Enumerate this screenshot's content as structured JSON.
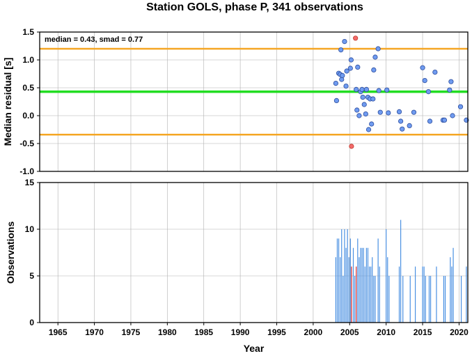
{
  "title": "Station GOLS, phase P, 341 observations",
  "colors": {
    "point_normal": "#6f9bf0",
    "point_outlier": "#f26a6a",
    "median_line": "#22dd22",
    "smad_lines": "#f5a623",
    "bar_normal": "#4a90e2",
    "bar_highlight": "#d62728"
  },
  "chart_data": [
    {
      "type": "scatter",
      "ylabel": "Median residual [s]",
      "xlim": [
        1962.5,
        2021.2
      ],
      "ylim": [
        -1.0,
        1.5
      ],
      "yticks": [
        "-1.0",
        "-0.5",
        "0.0",
        "0.5",
        "1.0",
        "1.5"
      ],
      "grid": true,
      "annotation": "median = 0.43, smad = 0.77",
      "median": 0.43,
      "band_upper": 1.2,
      "band_lower": -0.34,
      "points": [
        {
          "x": 2003.1,
          "y": 0.58,
          "outlier": false
        },
        {
          "x": 2003.2,
          "y": 0.27,
          "outlier": false
        },
        {
          "x": 2003.5,
          "y": 0.76,
          "outlier": false
        },
        {
          "x": 2003.7,
          "y": 0.74,
          "outlier": false
        },
        {
          "x": 2003.8,
          "y": 1.18,
          "outlier": false
        },
        {
          "x": 2003.9,
          "y": 0.65,
          "outlier": false
        },
        {
          "x": 2004.0,
          "y": 0.72,
          "outlier": false
        },
        {
          "x": 2004.3,
          "y": 1.33,
          "outlier": false
        },
        {
          "x": 2004.5,
          "y": 0.53,
          "outlier": false
        },
        {
          "x": 2004.6,
          "y": 0.8,
          "outlier": false
        },
        {
          "x": 2005.1,
          "y": 0.85,
          "outlier": false
        },
        {
          "x": 2005.2,
          "y": 1.0,
          "outlier": false
        },
        {
          "x": 2005.25,
          "y": -0.55,
          "outlier": true
        },
        {
          "x": 2005.8,
          "y": 1.39,
          "outlier": true
        },
        {
          "x": 2005.9,
          "y": 0.47,
          "outlier": false
        },
        {
          "x": 2006.0,
          "y": 0.1,
          "outlier": false
        },
        {
          "x": 2006.1,
          "y": 0.87,
          "outlier": false
        },
        {
          "x": 2006.3,
          "y": 0.0,
          "outlier": false
        },
        {
          "x": 2006.5,
          "y": 0.43,
          "outlier": false
        },
        {
          "x": 2006.7,
          "y": 0.47,
          "outlier": false
        },
        {
          "x": 2006.8,
          "y": 0.33,
          "outlier": false
        },
        {
          "x": 2007.0,
          "y": 0.2,
          "outlier": false
        },
        {
          "x": 2007.2,
          "y": 0.03,
          "outlier": false
        },
        {
          "x": 2007.3,
          "y": 0.47,
          "outlier": false
        },
        {
          "x": 2007.5,
          "y": 0.33,
          "outlier": false
        },
        {
          "x": 2007.6,
          "y": -0.25,
          "outlier": false
        },
        {
          "x": 2007.8,
          "y": 0.3,
          "outlier": false
        },
        {
          "x": 2008.0,
          "y": -0.15,
          "outlier": false
        },
        {
          "x": 2008.2,
          "y": 0.3,
          "outlier": false
        },
        {
          "x": 2008.3,
          "y": 0.82,
          "outlier": false
        },
        {
          "x": 2008.5,
          "y": 1.05,
          "outlier": false
        },
        {
          "x": 2008.9,
          "y": 1.2,
          "outlier": false
        },
        {
          "x": 2009.0,
          "y": 0.45,
          "outlier": false
        },
        {
          "x": 2009.2,
          "y": 0.06,
          "outlier": false
        },
        {
          "x": 2010.1,
          "y": 0.46,
          "outlier": false
        },
        {
          "x": 2010.3,
          "y": 0.05,
          "outlier": false
        },
        {
          "x": 2011.8,
          "y": 0.07,
          "outlier": false
        },
        {
          "x": 2012.0,
          "y": -0.1,
          "outlier": false
        },
        {
          "x": 2012.2,
          "y": -0.24,
          "outlier": false
        },
        {
          "x": 2013.2,
          "y": -0.18,
          "outlier": false
        },
        {
          "x": 2013.8,
          "y": 0.06,
          "outlier": false
        },
        {
          "x": 2015.0,
          "y": 0.86,
          "outlier": false
        },
        {
          "x": 2015.3,
          "y": 0.63,
          "outlier": false
        },
        {
          "x": 2015.8,
          "y": 0.43,
          "outlier": false
        },
        {
          "x": 2016.0,
          "y": -0.1,
          "outlier": false
        },
        {
          "x": 2016.7,
          "y": 0.78,
          "outlier": false
        },
        {
          "x": 2017.8,
          "y": -0.08,
          "outlier": false
        },
        {
          "x": 2018.0,
          "y": -0.08,
          "outlier": false
        },
        {
          "x": 2018.7,
          "y": 0.46,
          "outlier": false
        },
        {
          "x": 2018.9,
          "y": 0.61,
          "outlier": false
        },
        {
          "x": 2019.1,
          "y": 0.0,
          "outlier": false
        },
        {
          "x": 2020.2,
          "y": 0.16,
          "outlier": false
        },
        {
          "x": 2021.0,
          "y": -0.08,
          "outlier": false
        }
      ]
    },
    {
      "type": "bar",
      "xlabel": "Year",
      "ylabel": "Observations",
      "xlim": [
        1962.5,
        2021.2
      ],
      "ylim": [
        0,
        15
      ],
      "xticks": [
        "1965",
        "1970",
        "1975",
        "1980",
        "1985",
        "1990",
        "1995",
        "2000",
        "2005",
        "2010",
        "2015",
        "2020"
      ],
      "yticks": [
        "0",
        "5",
        "10",
        "15"
      ],
      "grid": true,
      "bars": [
        {
          "x": 2003.1,
          "value": 7
        },
        {
          "x": 2003.3,
          "value": 9
        },
        {
          "x": 2003.5,
          "value": 9
        },
        {
          "x": 2003.7,
          "value": 7
        },
        {
          "x": 2003.9,
          "value": 10
        },
        {
          "x": 2004.1,
          "value": 5
        },
        {
          "x": 2004.3,
          "value": 10
        },
        {
          "x": 2004.5,
          "value": 8
        },
        {
          "x": 2004.7,
          "value": 10
        },
        {
          "x": 2004.9,
          "value": 7
        },
        {
          "x": 2005.1,
          "value": 9
        },
        {
          "x": 2005.25,
          "value": 6,
          "highlight": true
        },
        {
          "x": 2005.5,
          "value": 8
        },
        {
          "x": 2005.7,
          "value": 5
        },
        {
          "x": 2005.9,
          "value": 6,
          "highlight": true
        },
        {
          "x": 2006.1,
          "value": 9
        },
        {
          "x": 2006.3,
          "value": 7
        },
        {
          "x": 2006.5,
          "value": 8
        },
        {
          "x": 2006.7,
          "value": 8
        },
        {
          "x": 2006.9,
          "value": 8
        },
        {
          "x": 2007.1,
          "value": 6
        },
        {
          "x": 2007.3,
          "value": 8
        },
        {
          "x": 2007.5,
          "value": 8
        },
        {
          "x": 2007.7,
          "value": 6
        },
        {
          "x": 2007.9,
          "value": 6
        },
        {
          "x": 2008.1,
          "value": 7
        },
        {
          "x": 2008.3,
          "value": 5
        },
        {
          "x": 2008.5,
          "value": 5
        },
        {
          "x": 2008.9,
          "value": 9
        },
        {
          "x": 2009.1,
          "value": 6
        },
        {
          "x": 2010.0,
          "value": 10
        },
        {
          "x": 2010.2,
          "value": 7
        },
        {
          "x": 2010.4,
          "value": 5
        },
        {
          "x": 2011.8,
          "value": 6
        },
        {
          "x": 2012.0,
          "value": 11
        },
        {
          "x": 2012.3,
          "value": 5
        },
        {
          "x": 2013.3,
          "value": 5
        },
        {
          "x": 2014.0,
          "value": 6
        },
        {
          "x": 2015.0,
          "value": 6
        },
        {
          "x": 2015.2,
          "value": 6
        },
        {
          "x": 2015.4,
          "value": 5
        },
        {
          "x": 2015.9,
          "value": 5
        },
        {
          "x": 2016.1,
          "value": 5
        },
        {
          "x": 2016.9,
          "value": 6
        },
        {
          "x": 2017.9,
          "value": 5
        },
        {
          "x": 2018.1,
          "value": 5
        },
        {
          "x": 2018.8,
          "value": 7
        },
        {
          "x": 2019.0,
          "value": 6
        },
        {
          "x": 2019.2,
          "value": 8
        },
        {
          "x": 2020.3,
          "value": 5
        },
        {
          "x": 2021.0,
          "value": 6
        }
      ]
    }
  ]
}
